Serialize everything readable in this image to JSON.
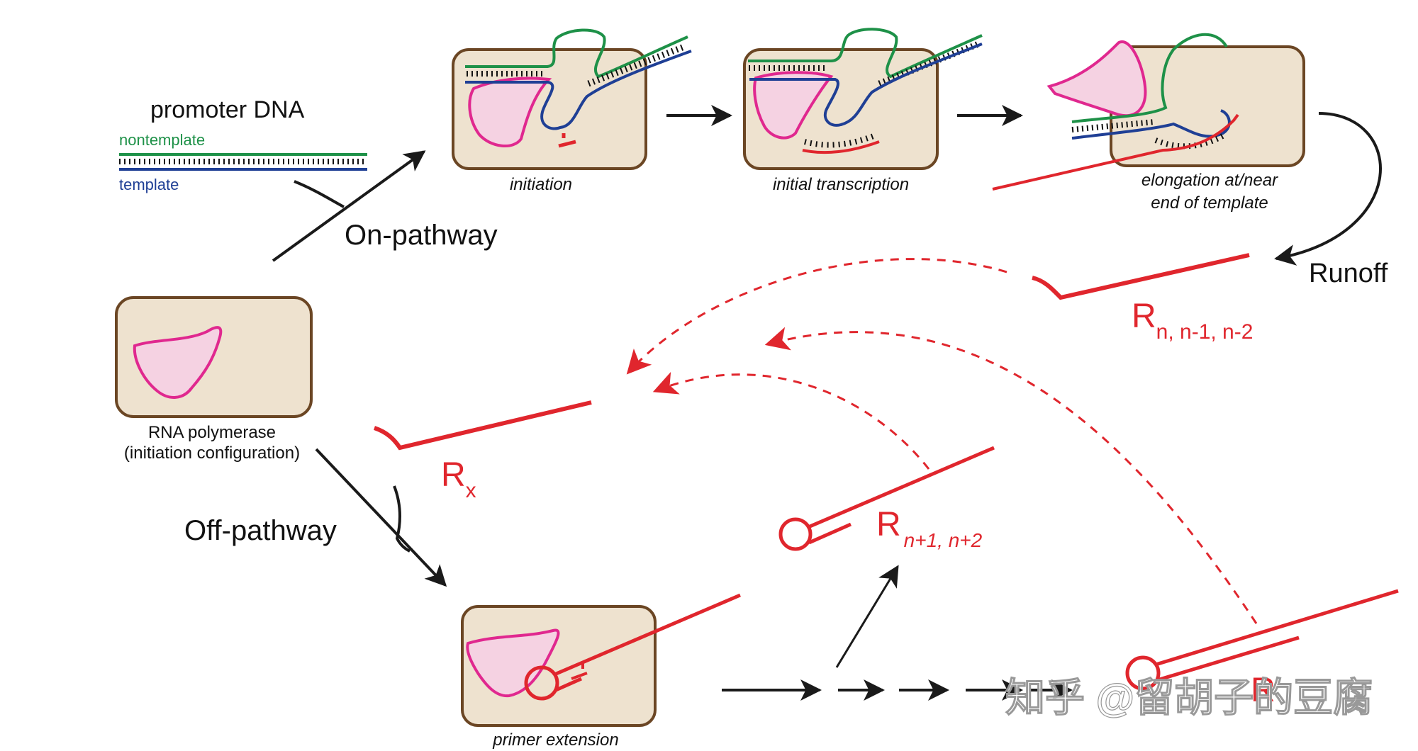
{
  "labels": {
    "promoter_dna": "promoter DNA",
    "nontemplate": "nontemplate",
    "template": "template",
    "on_pathway": "On-pathway",
    "off_pathway": "Off-pathway",
    "initiation": "initiation",
    "initial_transcription": "initial transcription",
    "elongation_line1": "elongation at/near",
    "elongation_line2": "end of template",
    "runoff": "Runoff",
    "rnap_line1": "RNA polymerase",
    "rnap_line2": "(initiation configuration)",
    "primer_extension": "primer extension",
    "r_letter": "R",
    "r_n_sub": "n, n-1, n-2",
    "r_x_sub": "x",
    "r_n12_sub": "n+1, n+2"
  },
  "watermark": "知乎 @留胡子的豆腐",
  "colors": {
    "nontemplate": "#1e9148",
    "template": "#1f3f95",
    "rna": "#e0262d",
    "polymerase_outline": "#e0288f",
    "polymerase_fill": "#f5d2e2",
    "box_fill": "#eee2cf",
    "box_stroke": "#6b4624",
    "arrow": "#1a1a1a"
  }
}
